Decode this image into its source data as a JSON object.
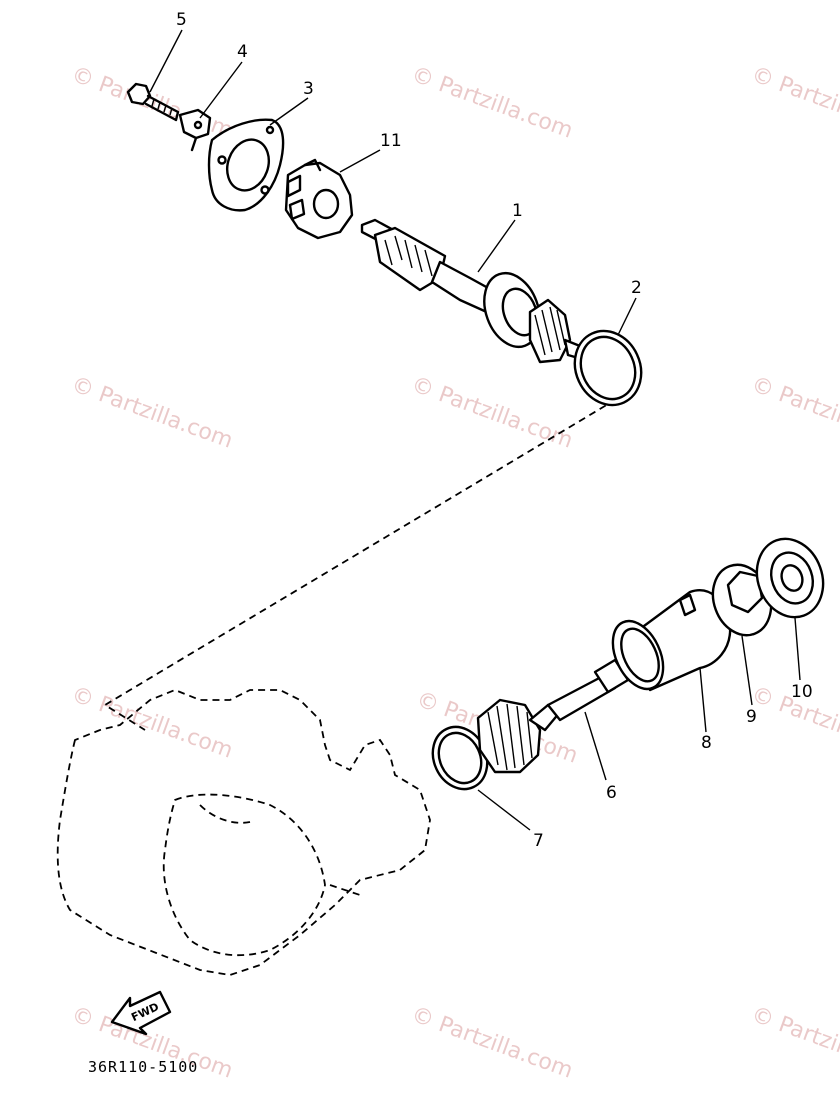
{
  "watermark": "© Partzilla.com",
  "diagram_code": "36R110-5100",
  "direction_label": "FWD",
  "callouts": {
    "p1": "1",
    "p2": "2",
    "p3": "3",
    "p4": "4",
    "p5": "5",
    "p6": "6",
    "p7": "7",
    "p8": "8",
    "p9": "9",
    "p10": "10",
    "p11": "11"
  }
}
